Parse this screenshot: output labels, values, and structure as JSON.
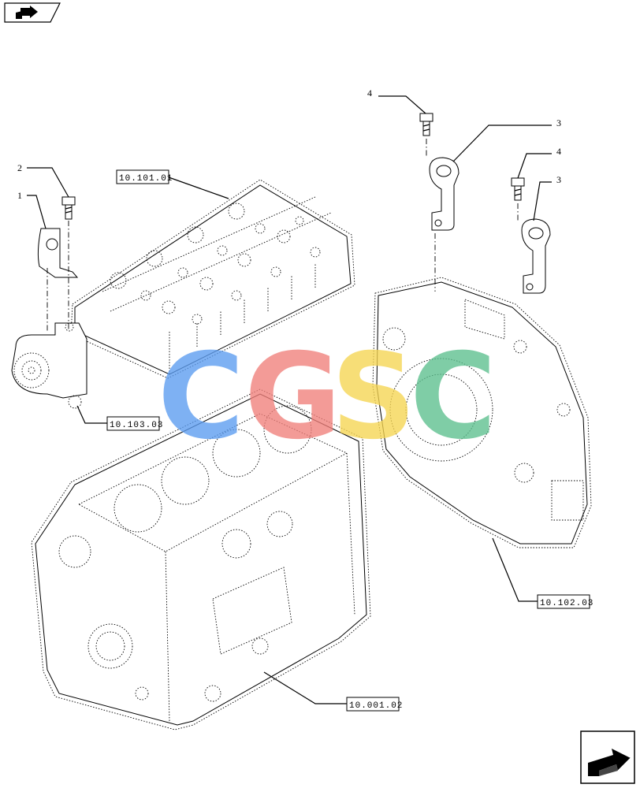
{
  "callouts": [
    "1",
    "2",
    "3",
    "4"
  ],
  "reference_codes": [
    "10.101.01",
    "10.103.03",
    "10.102.03",
    "10.001.02"
  ],
  "watermark": {
    "letters": [
      "C",
      "G",
      "S",
      "C"
    ],
    "colors": [
      "#5b9cf0",
      "#f07f7a",
      "#f6d552",
      "#5cbf8e"
    ]
  },
  "icons": {
    "top_left": "book-arrow-icon",
    "bottom_right": "next-page-arrow-icon"
  }
}
